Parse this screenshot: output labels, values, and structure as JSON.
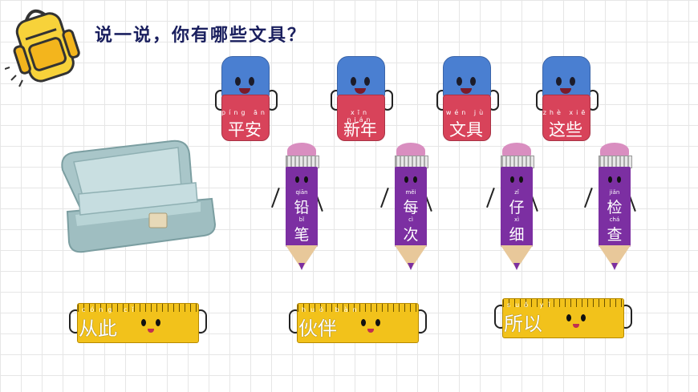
{
  "title": "说一说，你有哪些文具？",
  "erasers": [
    {
      "pinyin": "píng ān",
      "hanzi": "平安"
    },
    {
      "pinyin": "xīn nián",
      "hanzi": "新年"
    },
    {
      "pinyin": "wén jù",
      "hanzi": "文具"
    },
    {
      "pinyin": "zhè xiē",
      "hanzi": "这些"
    }
  ],
  "pencils": [
    {
      "pinyin1": "qiān",
      "char1": "铅",
      "pinyin2": "bǐ",
      "char2": "笔"
    },
    {
      "pinyin1": "měi",
      "char1": "每",
      "pinyin2": "cì",
      "char2": "次"
    },
    {
      "pinyin1": "zǐ",
      "char1": "仔",
      "pinyin2": "xì",
      "char2": "细"
    },
    {
      "pinyin1": "jiǎn",
      "char1": "检",
      "pinyin2": "chá",
      "char2": "查"
    }
  ],
  "rulers": [
    {
      "pinyin": "cóng cǐ",
      "hanzi": "从此"
    },
    {
      "pinyin": "huǒ bàn",
      "hanzi": "伙伴"
    },
    {
      "pinyin": "suǒ yǐ",
      "hanzi": "所以"
    }
  ],
  "colors": {
    "title": "#1a1f5e",
    "eraser_top": "#4a7fd1",
    "eraser_bottom": "#d8435a",
    "pencil_body": "#7c2fa2",
    "ruler": "#f2c21b"
  },
  "icons": [
    "backpack-icon",
    "pencil-case-image"
  ]
}
